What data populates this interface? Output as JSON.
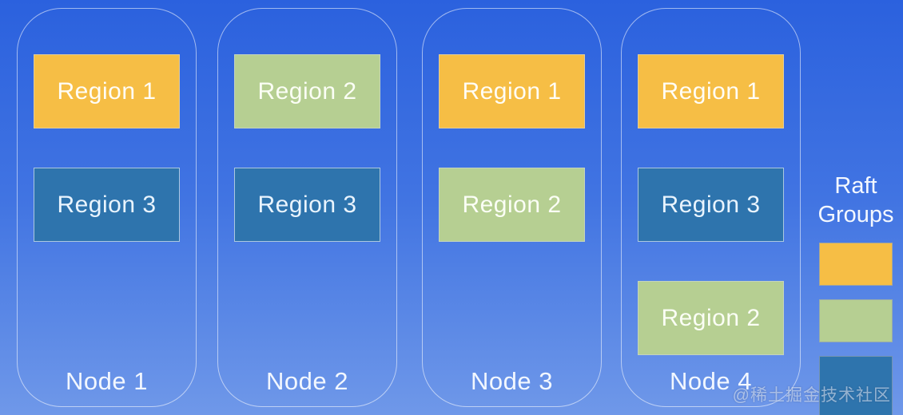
{
  "colors": {
    "background_top": "#2b61de",
    "background_mid": "#4174e2",
    "background_bottom": "#6f98e9",
    "region1": "#f6be45",
    "region2": "#b6cf92",
    "region3": "#2e74ad",
    "node_border": "rgba(255,255,255,0.55)"
  },
  "nodes": [
    {
      "label": "Node 1",
      "regions": [
        {
          "label": "Region 1",
          "type": "region1"
        },
        {
          "label": "Region 3",
          "type": "region3"
        }
      ]
    },
    {
      "label": "Node 2",
      "regions": [
        {
          "label": "Region 2",
          "type": "region2"
        },
        {
          "label": "Region 3",
          "type": "region3"
        }
      ]
    },
    {
      "label": "Node 3",
      "regions": [
        {
          "label": "Region 1",
          "type": "region1"
        },
        {
          "label": "Region 2",
          "type": "region2"
        }
      ]
    },
    {
      "label": "Node 4",
      "regions": [
        {
          "label": "Region 1",
          "type": "region1"
        },
        {
          "label": "Region 3",
          "type": "region3"
        },
        {
          "label": "Region 2",
          "type": "region2"
        }
      ]
    }
  ],
  "legend": {
    "title_line1": "Raft",
    "title_line2": "Groups",
    "swatches": [
      "region1",
      "region2",
      "region3"
    ]
  },
  "watermark": "@稀土掘金技术社区"
}
